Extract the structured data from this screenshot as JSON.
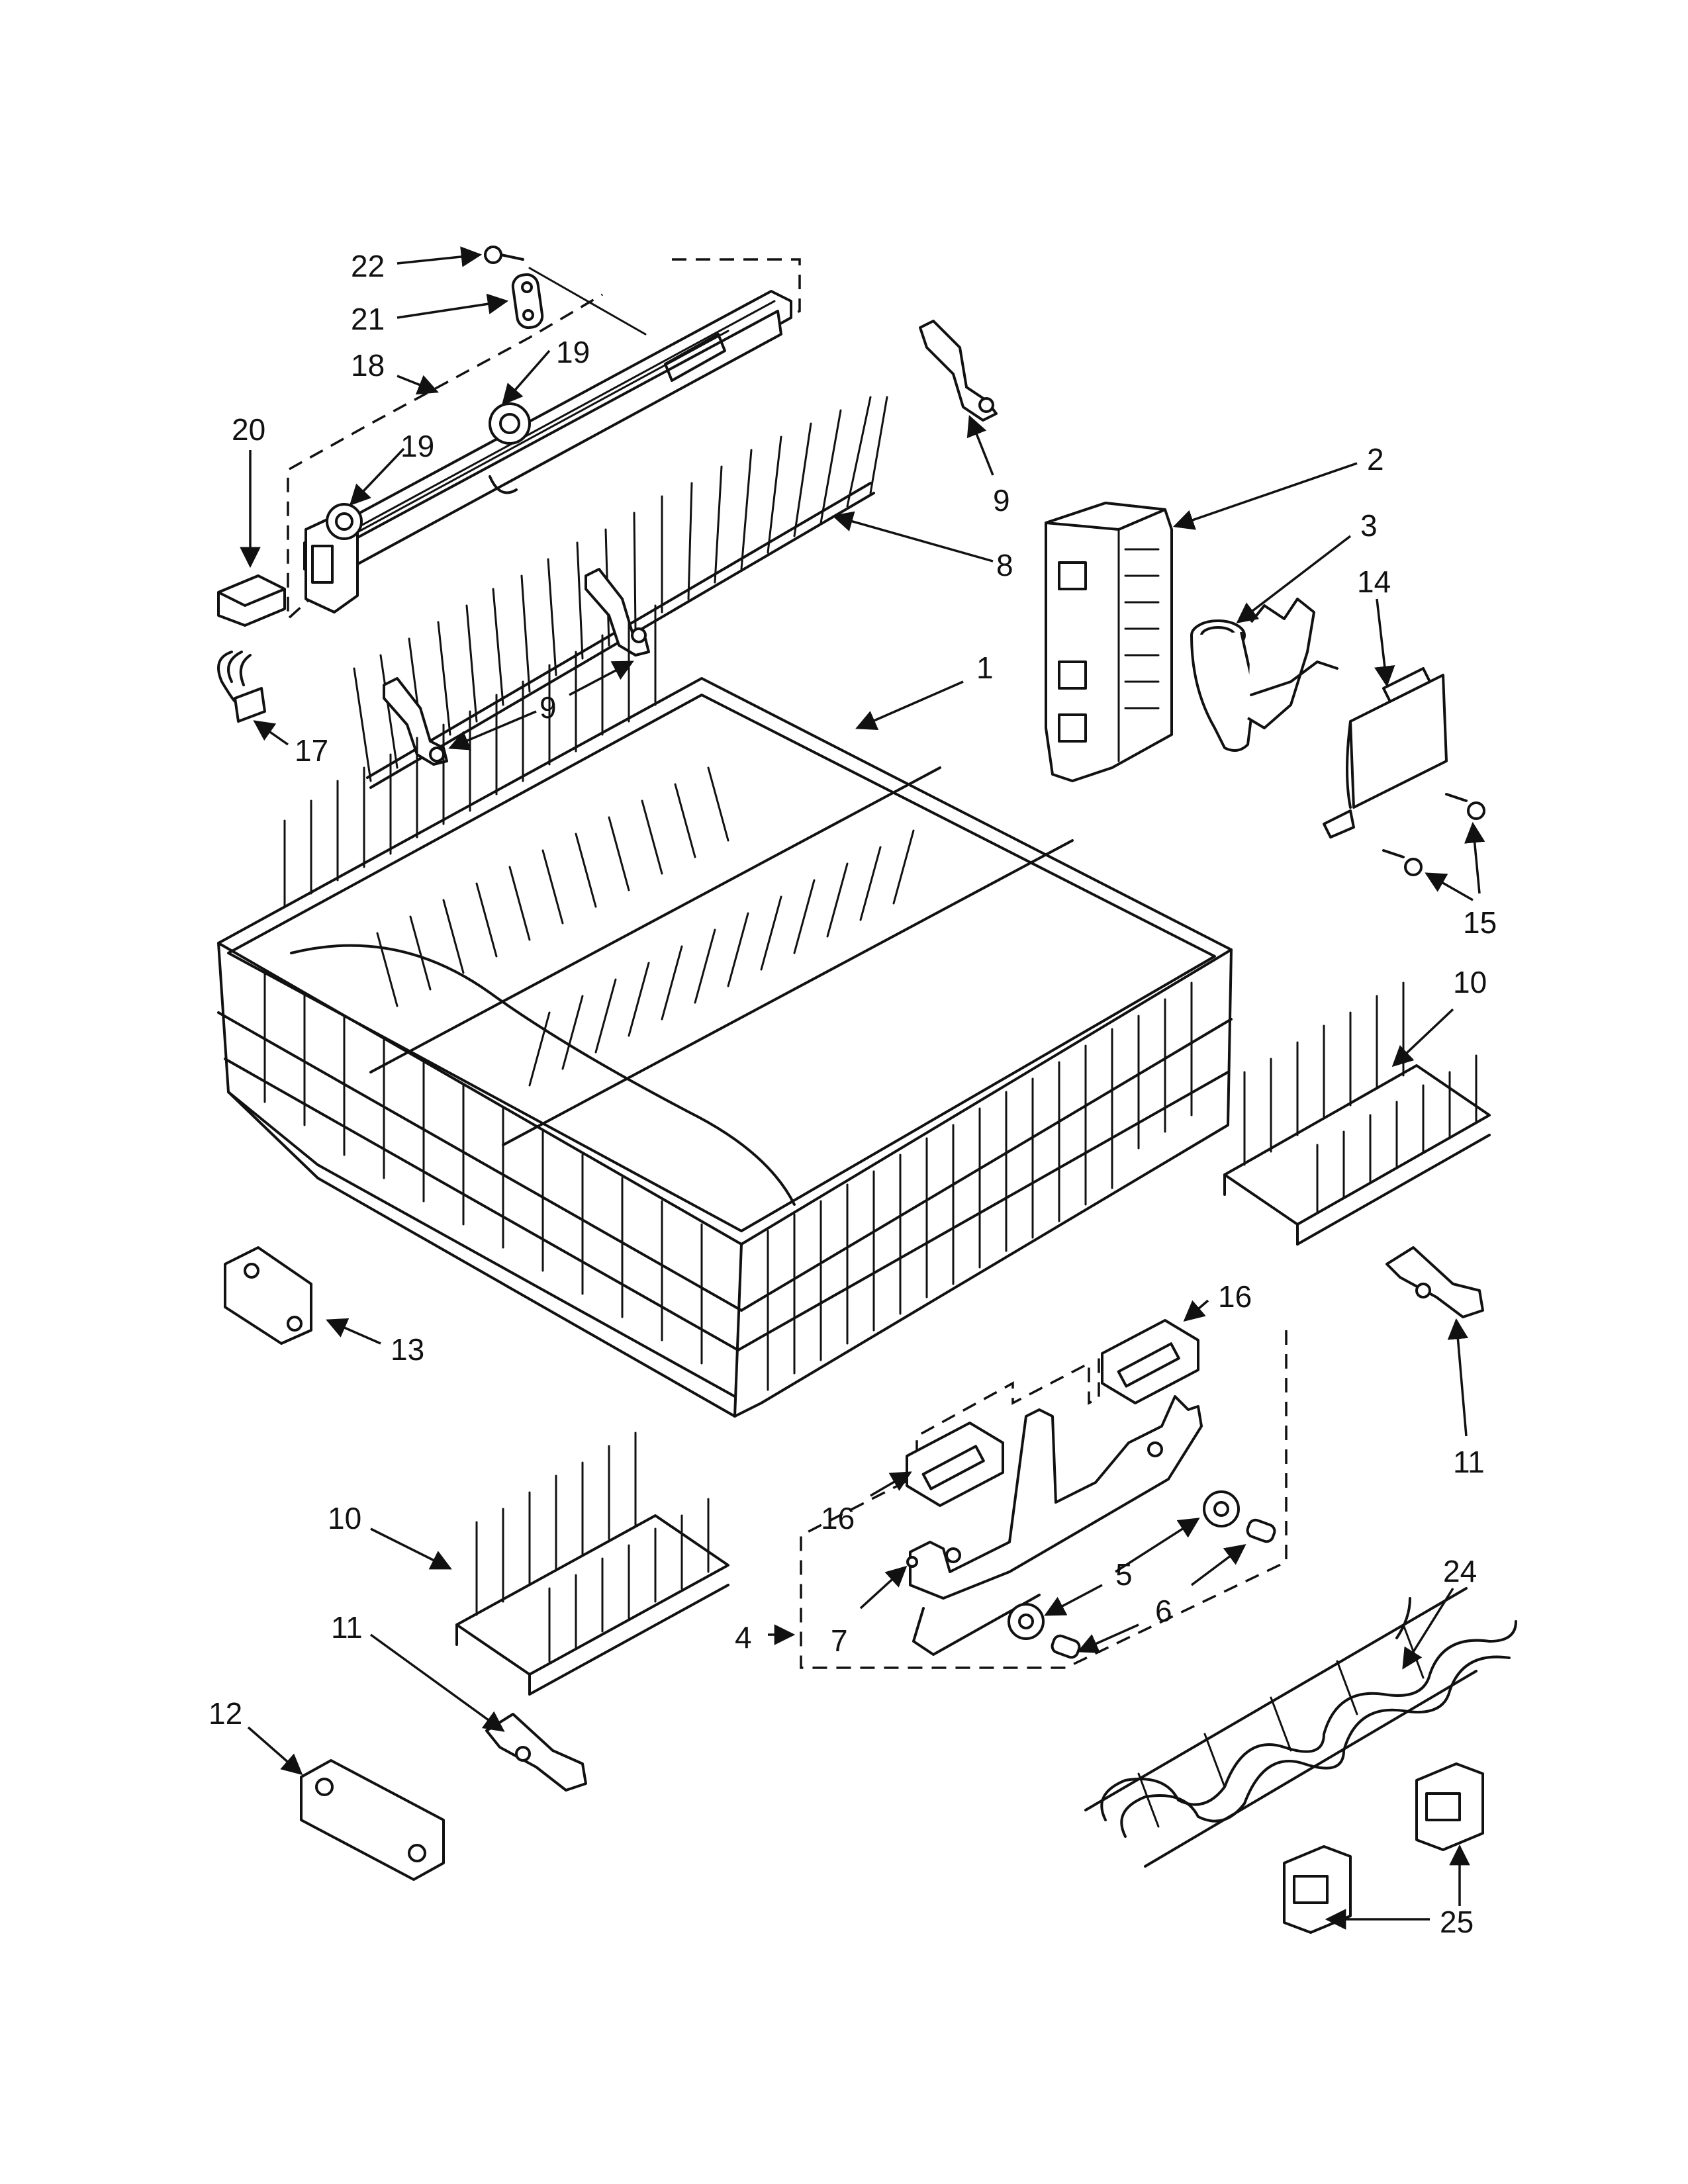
{
  "diagram": {
    "type": "exploded-parts-diagram",
    "callouts": [
      {
        "id": "c22",
        "text": "22"
      },
      {
        "id": "c21",
        "text": "21"
      },
      {
        "id": "c18",
        "text": "18"
      },
      {
        "id": "c19a",
        "text": "19"
      },
      {
        "id": "c19b",
        "text": "19"
      },
      {
        "id": "c20",
        "text": "20"
      },
      {
        "id": "c9a",
        "text": "9"
      },
      {
        "id": "c8",
        "text": "8"
      },
      {
        "id": "c2",
        "text": "2"
      },
      {
        "id": "c3",
        "text": "3"
      },
      {
        "id": "c14",
        "text": "14"
      },
      {
        "id": "c1",
        "text": "1"
      },
      {
        "id": "c9b",
        "text": "9"
      },
      {
        "id": "c17",
        "text": "17"
      },
      {
        "id": "c15",
        "text": "15"
      },
      {
        "id": "c10a",
        "text": "10"
      },
      {
        "id": "c13",
        "text": "13"
      },
      {
        "id": "c16a",
        "text": "16"
      },
      {
        "id": "c11a",
        "text": "11"
      },
      {
        "id": "c16b",
        "text": "16"
      },
      {
        "id": "c10b",
        "text": "10"
      },
      {
        "id": "c5",
        "text": "5"
      },
      {
        "id": "c6",
        "text": "6"
      },
      {
        "id": "c7",
        "text": "7"
      },
      {
        "id": "c4",
        "text": "4"
      },
      {
        "id": "c24",
        "text": "24"
      },
      {
        "id": "c11b",
        "text": "11"
      },
      {
        "id": "c12",
        "text": "12"
      },
      {
        "id": "c25",
        "text": "25"
      }
    ]
  }
}
